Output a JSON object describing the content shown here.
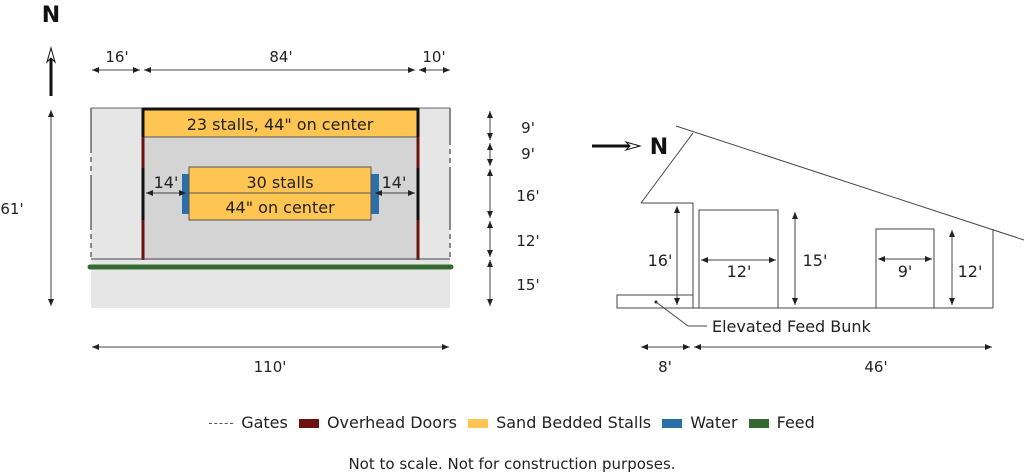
{
  "colors": {
    "overhead_doors": "#6d1010",
    "sand_bedded_stalls": "#fec553",
    "water": "#2b6ea8",
    "feed": "#346a32",
    "outer_floor": "#e6e6e6",
    "inner_floor": "#d4d4d4"
  },
  "plan_view": {
    "north_label": "N",
    "north_arrow_icon": "arrow-up-icon",
    "top_dimensions": [
      "16'",
      "84'",
      "10'"
    ],
    "overall_width": "110'",
    "overall_depth": "61'",
    "right_dimensions": [
      "9'",
      "9'",
      "16'",
      "12'",
      "15'"
    ],
    "north_stalls_label": "23 stalls, 44\" on center",
    "center_stalls_line1": "30 stalls",
    "center_stalls_line2": "44\" on center",
    "alley_left": "14'",
    "alley_right": "14'"
  },
  "section_view": {
    "north_label": "N",
    "north_arrow_icon": "arrow-right-icon",
    "feed_alley_height": "16'",
    "large_door_width": "12'",
    "large_door_height": "15'",
    "small_door_width": "9'",
    "small_door_height": "12'",
    "callout": "Elevated Feed Bunk",
    "bunk_width": "8'",
    "barn_width": "46'"
  },
  "legend": [
    {
      "label": "Gates",
      "type": "dashed-line"
    },
    {
      "label": "Overhead Doors",
      "color_key": "overhead_doors"
    },
    {
      "label": "Sand Bedded Stalls",
      "color_key": "sand_bedded_stalls"
    },
    {
      "label": "Water",
      "color_key": "water"
    },
    {
      "label": "Feed",
      "color_key": "feed"
    }
  ],
  "footnote": "Not to scale. Not for construction purposes."
}
